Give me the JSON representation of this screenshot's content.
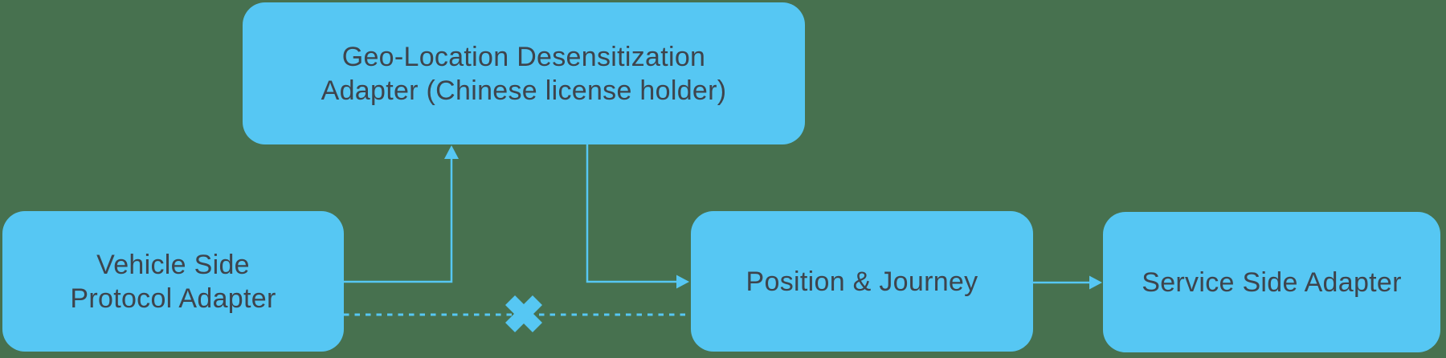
{
  "colors": {
    "background": "#47714F",
    "node_fill": "#56C7F3",
    "connector": "#56C7F3",
    "text": "#3E444C"
  },
  "nodes": {
    "geo_adapter": {
      "lines": [
        "Geo-Location Desensitization",
        "Adapter (Chinese license holder)"
      ],
      "label": "Geo-Location Desensitization Adapter (Chinese license holder)"
    },
    "vehicle_adapter": {
      "lines": [
        "Vehicle Side",
        "Protocol Adapter"
      ],
      "label": "Vehicle Side Protocol Adapter"
    },
    "position_journey": {
      "lines": [
        "Position & Journey"
      ],
      "label": "Position & Journey"
    },
    "service_adapter": {
      "lines": [
        "Service Side Adapter"
      ],
      "label": "Service Side Adapter"
    }
  },
  "edges": [
    {
      "from": "vehicle_adapter",
      "to": "geo_adapter",
      "style": "solid-arrow"
    },
    {
      "from": "geo_adapter",
      "to": "position_journey",
      "style": "solid-arrow"
    },
    {
      "from": "position_journey",
      "to": "service_adapter",
      "style": "solid-arrow"
    },
    {
      "from": "vehicle_adapter",
      "to": "position_journey",
      "style": "dashed-blocked-cross"
    }
  ]
}
